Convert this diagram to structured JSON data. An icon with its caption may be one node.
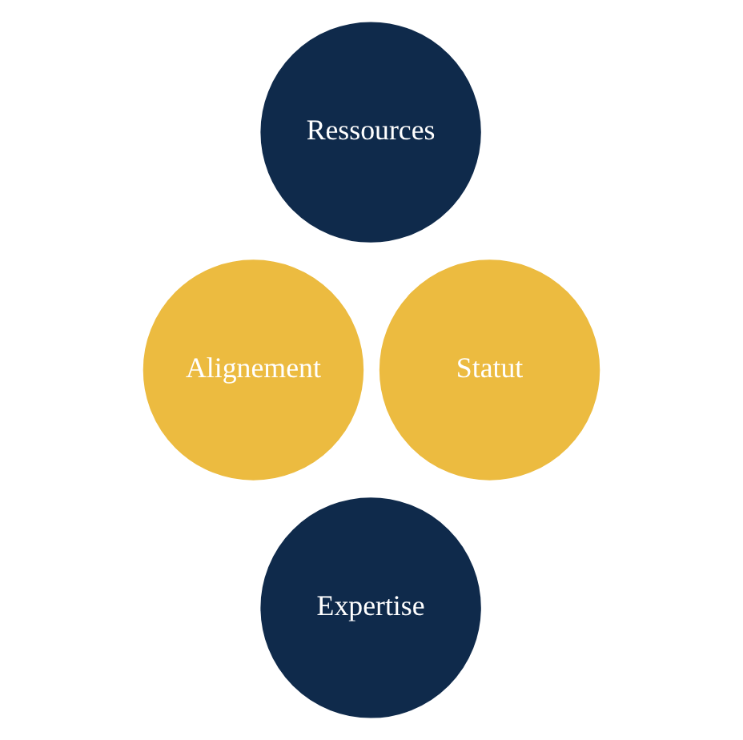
{
  "diagram": {
    "nodes": [
      {
        "text": [
          "Ressources"
        ]
      },
      {
        "text": [
          "Alignement"
        ]
      },
      {
        "text": [
          "Statut"
        ]
      },
      {
        "text": [
          "Expertise"
        ]
      }
    ]
  }
}
